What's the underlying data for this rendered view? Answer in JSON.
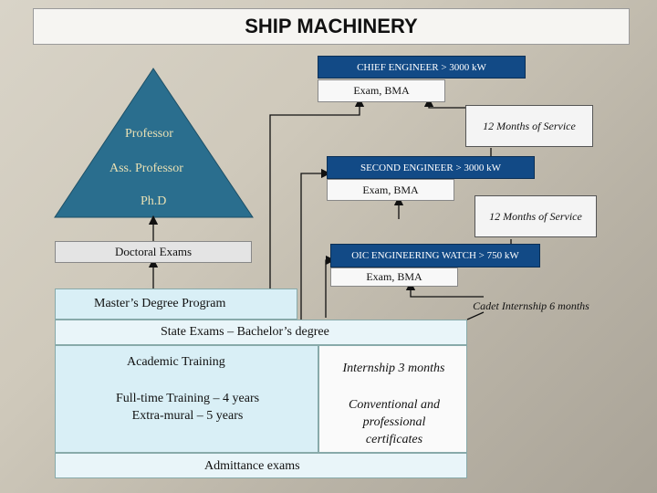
{
  "title": "SHIP MACHINERY",
  "chief_engineer": "CHIEF ENGINEER > 3000 kW",
  "exam_bma_1": "Exam, BMA",
  "months_1": "12 Months of Service",
  "second_engineer": "SECOND ENGINEER > 3000 kW",
  "exam_bma_2": "Exam, BMA",
  "months_2": "12 Months of Service",
  "oic_watch": "OIC ENGINEERING WATCH > 750 kW",
  "exam_bma_3": "Exam, BMA",
  "cadet_internship": "Cadet Internship 6 months",
  "pyramid": {
    "professor": "Professor",
    "ass_professor": "Ass. Professor",
    "phd": "Ph.D"
  },
  "doctoral_exams": "Doctoral Exams",
  "masters_program": "Master’s Degree Program",
  "state_exams": "State Exams – Bachelor’s degree",
  "academic_training": "Academic Training",
  "fulltime_training": "Full-time Training – 4 years",
  "extramural": "Extra-mural – 5 years",
  "internship_3": "Internship 3 months",
  "conventional": "Conventional and professional certificates",
  "admittance": "Admittance exams",
  "colors": {
    "navy": "#124a86",
    "triangle": "#2a6e8e",
    "cyan_panel": "#d9eff6",
    "gold_text": "#e9e0b4"
  }
}
